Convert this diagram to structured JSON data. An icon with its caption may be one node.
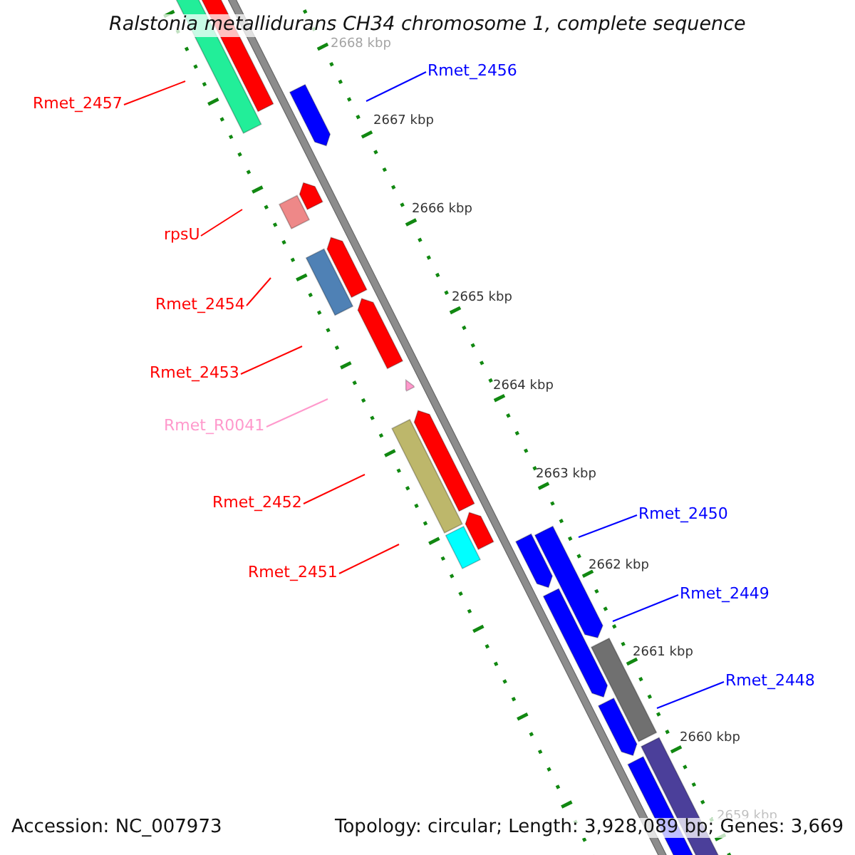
{
  "diagram": {
    "title": "Ralstonia metallidurans CH34 chromosome 1, complete sequence",
    "nodes": [
      {
        "text": [
          "Rmet_2456"
        ]
      },
      {
        "text": [
          "Rmet_2457"
        ]
      },
      {
        "text": [
          "rpsU"
        ]
      },
      {
        "text": [
          "Rmet_2454"
        ]
      },
      {
        "text": [
          "Rmet_2453"
        ]
      },
      {
        "text": [
          "Rmet_R0041"
        ]
      },
      {
        "text": [
          "Rmet_2452"
        ]
      },
      {
        "text": [
          "Rmet_2450"
        ]
      },
      {
        "text": [
          "Rmet_2451"
        ]
      },
      {
        "text": [
          "Rmet_2449"
        ]
      },
      {
        "text": [
          "Rmet_2448"
        ]
      }
    ],
    "edges": [
      {
        "from": 0,
        "to": null,
        "arrow": "none",
        "color": "#0000ff"
      },
      {
        "from": 1,
        "to": null,
        "arrow": "none"
      },
      {
        "from": 2,
        "to": null,
        "arrow": "none"
      },
      {
        "from": 3,
        "to": null,
        "arrow": "none"
      },
      {
        "from": 4,
        "to": null,
        "arrow": "none"
      },
      {
        "from": 5,
        "to": null,
        "arrow": "none",
        "color": "#ff99cc"
      },
      {
        "from": 6,
        "to": null,
        "arrow": "none"
      },
      {
        "from": 7,
        "to": null,
        "arrow": "none",
        "color": "#0000ff"
      },
      {
        "from": 8,
        "to": null,
        "arrow": "none"
      },
      {
        "from": 9,
        "to": null,
        "arrow": "none",
        "color": "#0000ff"
      },
      {
        "from": 10,
        "to": null,
        "arrow": "none",
        "color": "#0000ff"
      }
    ],
    "labels": [
      "2668 kbp",
      "2667 kbp",
      "2666 kbp",
      "2665 kbp",
      "2664 kbp",
      "2663 kbp",
      "2662 kbp",
      "2661 kbp",
      "2660 kbp",
      "2659 kbp",
      "Accession: NC_007973",
      "Topology: circular; Length: 3,928,089 bp; Genes: 3,669"
    ]
  }
}
